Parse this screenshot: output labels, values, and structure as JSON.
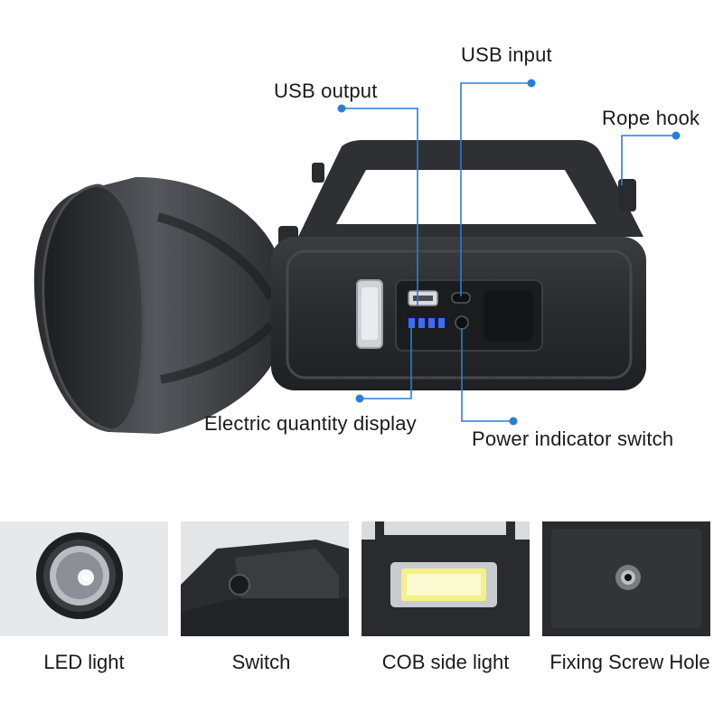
{
  "callouts": {
    "usb_input": "USB input",
    "usb_output": "USB output",
    "rope_hook": "Rope hook",
    "electric_quantity": "Electric quantity display",
    "power_switch": "Power indicator switch"
  },
  "thumbnails": [
    {
      "caption": "LED light"
    },
    {
      "caption": "Switch"
    },
    {
      "caption": "COB side light"
    },
    {
      "caption": "Fixing Screw Hole"
    }
  ],
  "colors": {
    "callout_line": "#2a7fd4",
    "body_dark": "#2b2d30",
    "indicator_blue": "#3b6cff",
    "cob_yellow": "#f4f08a"
  }
}
